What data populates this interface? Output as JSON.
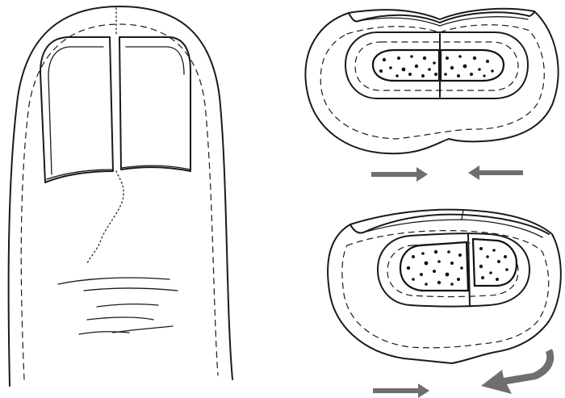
{
  "figure": {
    "panels": [
      {
        "id": "finger-dorsal-view",
        "subject": "fingertip-nail-split"
      },
      {
        "id": "cross-section-aligned",
        "subject": "transverse-section"
      },
      {
        "id": "cross-section-rotated",
        "subject": "transverse-section"
      }
    ],
    "arrows": {
      "top_pair": [
        "arrow-right-icon",
        "arrow-left-icon"
      ],
      "bottom_pair": [
        "arrow-right-icon",
        "curved-rotation-arrow-icon"
      ]
    },
    "colors": {
      "ink": "#1a1a1a",
      "arrow": "#6f6f6f",
      "background": "#ffffff"
    }
  }
}
